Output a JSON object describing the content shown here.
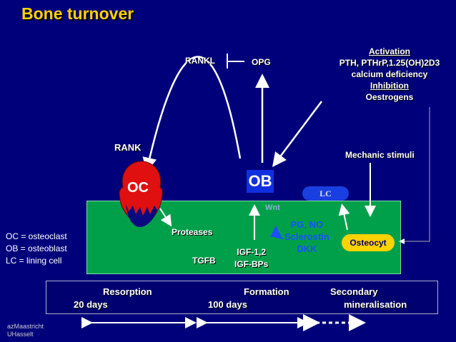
{
  "title": "Bone turnover",
  "labels": {
    "rankl": "RANKL",
    "opg": "OPG",
    "rank": "RANK",
    "oc": "OC",
    "ob": "OB",
    "lc": "LC",
    "wnt": "Wnt",
    "proteases": "Proteases",
    "tgfb": "TGFB",
    "igf1": "IGF-1,2",
    "igf2": "IGF-BPs",
    "pg1": "PG, NO",
    "pg2": "Sclerostin",
    "pg3": "DKK",
    "osteocyte": "Osteocyt",
    "mechanic": "Mechanic stimuli"
  },
  "activation": {
    "heading": "Activation",
    "line1": "PTH, PTHrP,1.25(OH)2D3",
    "line2": "calcium deficiency",
    "inhibition_heading": "Inhibition",
    "inhibition": "Oestrogens"
  },
  "legend": {
    "oc": "OC = osteoclast",
    "ob": "OB = osteoblast",
    "lc": "LC = lining cell"
  },
  "timeline": {
    "resorption": "Resorption",
    "resorption_days": "20 days",
    "formation": "Formation",
    "formation_days": "100 days",
    "secondary": "Secondary",
    "mineralisation": "mineralisation"
  },
  "credits": {
    "line1": "azMaastricht",
    "line2": "UHasselt"
  },
  "colors": {
    "background": "#00007a",
    "title": "#ffd000",
    "bone": "#00a04a",
    "osteoclast": "#e01010",
    "osteoblast": "#1030e0",
    "osteocyte": "#ffd200",
    "pg_text": "#1a50ff"
  }
}
